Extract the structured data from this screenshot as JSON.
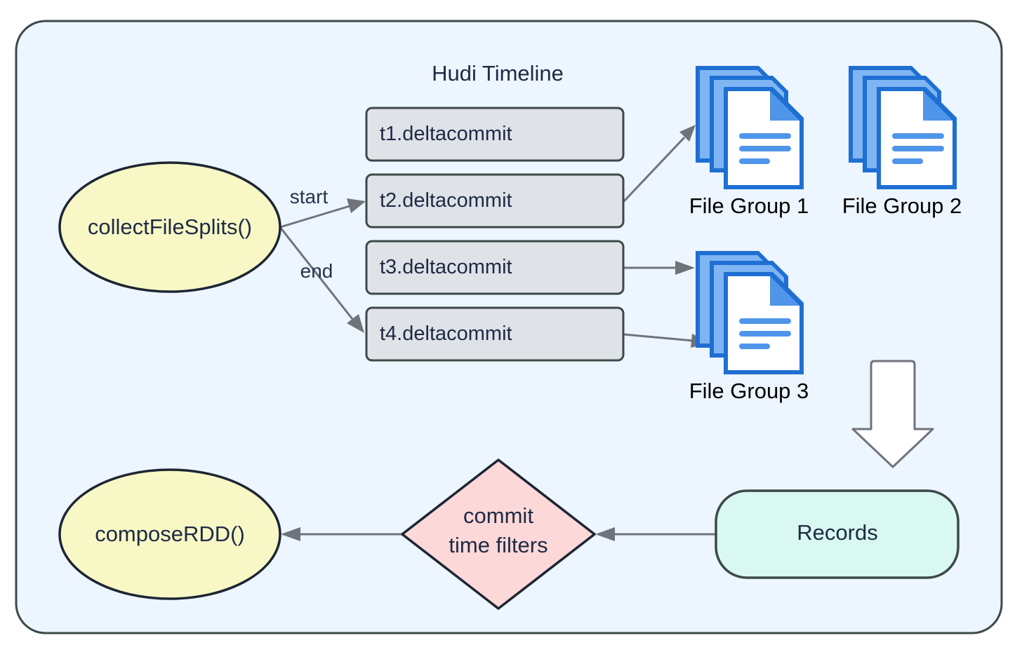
{
  "timeline_title": "Hudi Timeline",
  "nodes": {
    "collect": "collectFileSplits()",
    "compose": "composeRDD()",
    "records": "Records",
    "filter_line1": "commit",
    "filter_line2": "time filters"
  },
  "commits": [
    "t1.deltacommit",
    "t2.deltacommit",
    "t3.deltacommit",
    "t4.deltacommit"
  ],
  "edge_labels": {
    "start": "start",
    "end": "end"
  },
  "file_groups": [
    "File Group 1",
    "File Group 2",
    "File Group 3"
  ],
  "colors": {
    "panel_bg": "#edf5ff",
    "panel_border": "#3b4a48",
    "ellipse_fill": "#f8f8c6",
    "commit_fill": "#dfe2e7",
    "records_fill": "#d8f8f1",
    "filter_fill": "#fdd8d8",
    "file_dark": "#1e6fd2",
    "file_mid": "#4f95ea",
    "file_light": "#7fb5f3",
    "edge": "#6f737b"
  }
}
